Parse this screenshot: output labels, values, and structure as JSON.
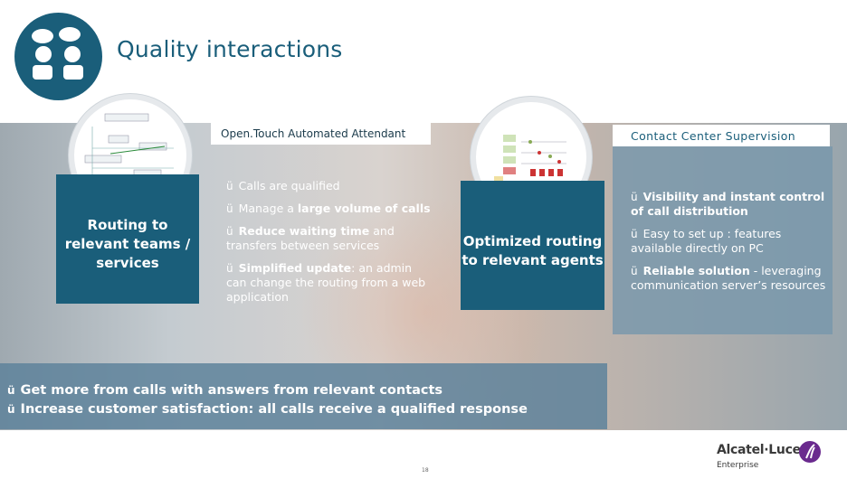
{
  "header": {
    "title": "Quality interactions"
  },
  "labels": {
    "oat": "Open.Touch Automated Attendant",
    "ccs": "Contact Center Supervision"
  },
  "panels": {
    "left": "Routing to relevant teams / services",
    "middle": "Optimized routing to relevant agents"
  },
  "oat_bullets": [
    {
      "pre": "Calls are qualified",
      "bold": "",
      "post": ""
    },
    {
      "pre": "Manage a ",
      "bold": "large volume of calls",
      "post": ""
    },
    {
      "pre": "",
      "bold": "Reduce waiting time",
      "post": " and transfers between services"
    },
    {
      "pre": "",
      "bold": "Simplified update",
      "post": ": an admin can change the routing from a web application"
    }
  ],
  "ccs_bullets": [
    {
      "pre": "",
      "bold": "Visibility and instant control of call distribution",
      "post": ""
    },
    {
      "pre": "Easy to set up : features available directly on PC",
      "bold": "",
      "post": ""
    },
    {
      "pre": "",
      "bold": "Reliable solution",
      "post": " - leveraging communication server’s resources"
    }
  ],
  "bottom_lines": [
    "Get more from calls with answers from relevant contacts",
    "Increase customer satisfaction: all calls receive a qualified response"
  ],
  "checkmark": "ü",
  "page_number": "18",
  "logo": {
    "name": "Alcatel·Lucent",
    "sub": "Enterprise"
  },
  "colors": {
    "brand_teal": "#1a5e7a",
    "logo_purple": "#6a2a8e"
  }
}
